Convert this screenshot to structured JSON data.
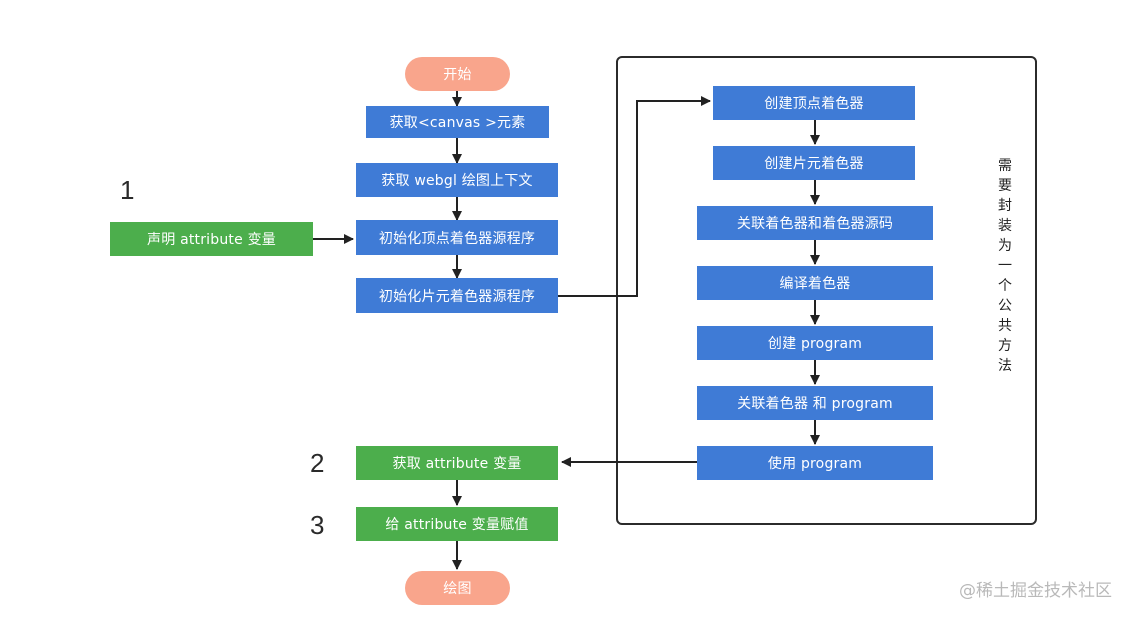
{
  "nodes": {
    "start": "开始",
    "get_canvas": "获取<canvas >元素",
    "get_webgl": "获取 webgl 绘图上下文",
    "init_vertex_src": "初始化顶点着色器源程序",
    "init_fragment_src": "初始化片元着色器源程序",
    "declare_attr": "声明 attribute 变量",
    "get_attr": "获取 attribute 变量",
    "assign_attr": "给 attribute 变量赋值",
    "draw": "绘图",
    "create_vertex_shader": "创建顶点着色器",
    "create_fragment_shader": "创建片元着色器",
    "link_shader_source": "关联着色器和着色器源码",
    "compile_shader": "编译着色器",
    "create_program": "创建 program",
    "attach_shader_program": "关联着色器 和 program",
    "use_program": "使用 program"
  },
  "step_numbers": [
    "1",
    "2",
    "3"
  ],
  "box_note": [
    "需",
    "要",
    "封",
    "装",
    "为",
    "一",
    "个",
    "公",
    "共",
    "方",
    "法"
  ],
  "watermark": "@稀土掘金技术社区",
  "colors": {
    "blue_node": "#3f7bd6",
    "green_node": "#4cae4c",
    "terminal_node": "#f9a58c",
    "arrow": "#222222",
    "box_border": "#2b2b2b"
  }
}
